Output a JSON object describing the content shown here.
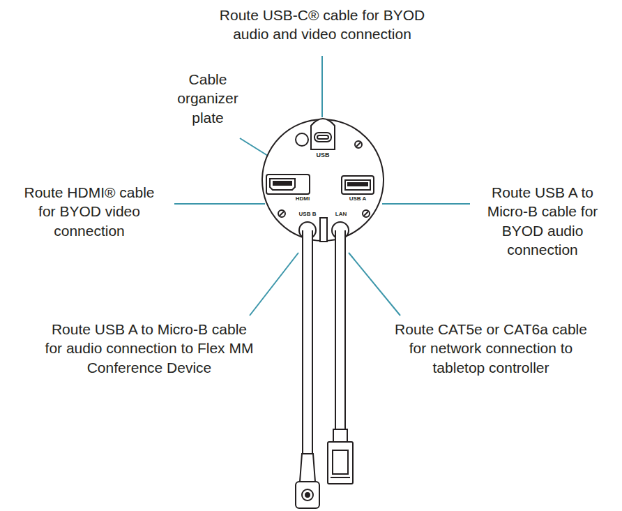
{
  "diagram": {
    "labels": [
      "Route USB-C® cable for BYOD audio and video connection",
      "Cable organizer plate",
      "Route HDMI® cable for BYOD video connection",
      "Route USB A to Micro-B cable for BYOD audio connection",
      "Route USB A to Micro-B cable for audio connection to Flex MM Conference Device",
      "Route CAT5e or CAT6a cable for network connection to tabletop controller",
      "USB",
      "HDMI",
      "USB A",
      "USB B",
      "LAN"
    ]
  }
}
